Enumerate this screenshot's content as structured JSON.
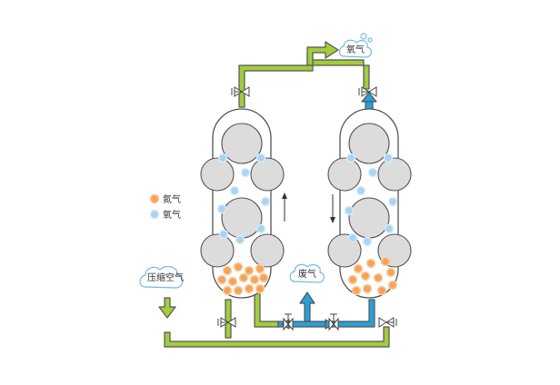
{
  "labels": {
    "oxygen_output": "氧气",
    "compressed_air": "压缩空气",
    "exhaust": "废气"
  },
  "legend": [
    {
      "label": "氮气",
      "color": "#f5a35a"
    },
    {
      "label": "氧气",
      "color": "#a9d4f2"
    }
  ],
  "colors": {
    "green_pipe": "#a3cc3f",
    "blue_pipe": "#2a9fd6",
    "nitrogen_dot": "#f5a35a",
    "oxygen_dot": "#a9d4f2",
    "sieve_ball": "#dcdcdc",
    "cloud_outline": "#6fbde0"
  }
}
